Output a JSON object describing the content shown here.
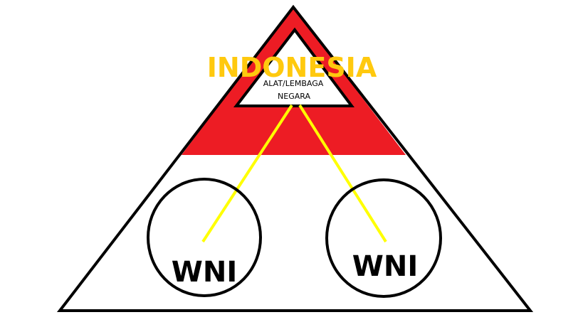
{
  "title": "INDONESIA",
  "apex_label": {
    "line1": "ALAT/LEMBAGA",
    "line2": "NEGARA"
  },
  "citizens": [
    {
      "label": "WNI"
    },
    {
      "label": "WNI"
    }
  ],
  "colors": {
    "flag_red": "#ed1c24",
    "title_yellow": "#ffc90e",
    "connector_yellow": "#ffff00",
    "outline": "#000000",
    "background": "#ffffff"
  }
}
